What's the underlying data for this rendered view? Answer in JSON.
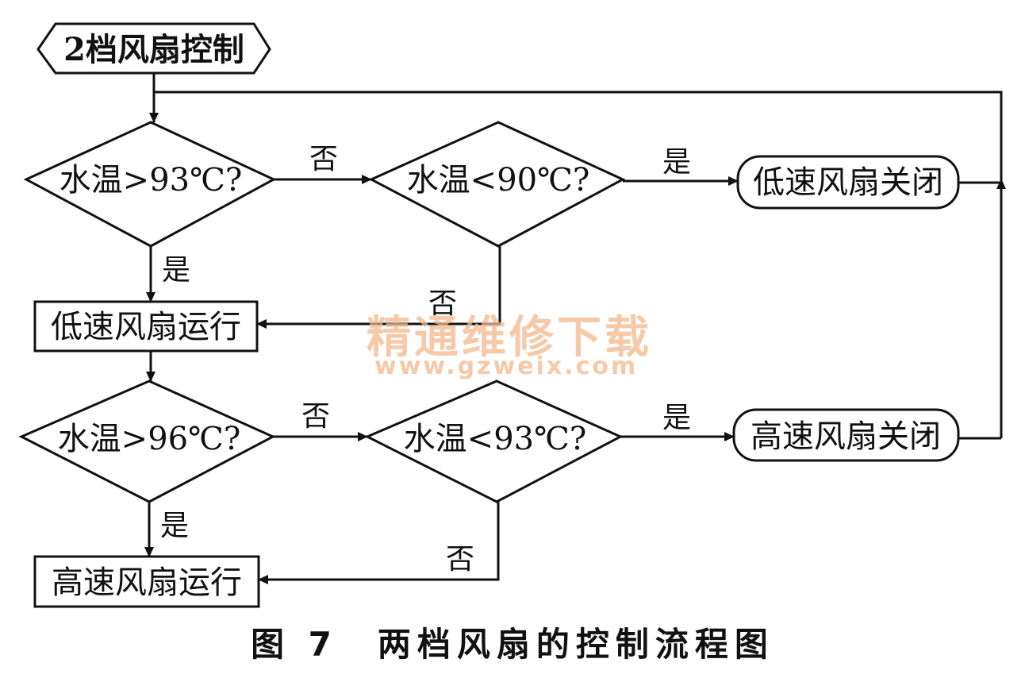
{
  "start": {
    "label": "2档风扇控制"
  },
  "decisions": {
    "gt93": "水温>93℃?",
    "lt90": "水温<90℃?",
    "gt96": "水温>96℃?",
    "lt93": "水温<93℃?"
  },
  "processes": {
    "low_run": "低速风扇运行",
    "low_off": "低速风扇关闭",
    "high_run": "高速风扇运行",
    "high_off": "高速风扇关闭"
  },
  "edge_labels": {
    "yes": "是",
    "no": "否"
  },
  "watermark": {
    "text": "精通维修下载",
    "url": "www.gzweix.com"
  },
  "caption": "图 7　两档风扇的控制流程图",
  "colors": {
    "stroke": "#111111",
    "watermark": "#f4b78c"
  }
}
